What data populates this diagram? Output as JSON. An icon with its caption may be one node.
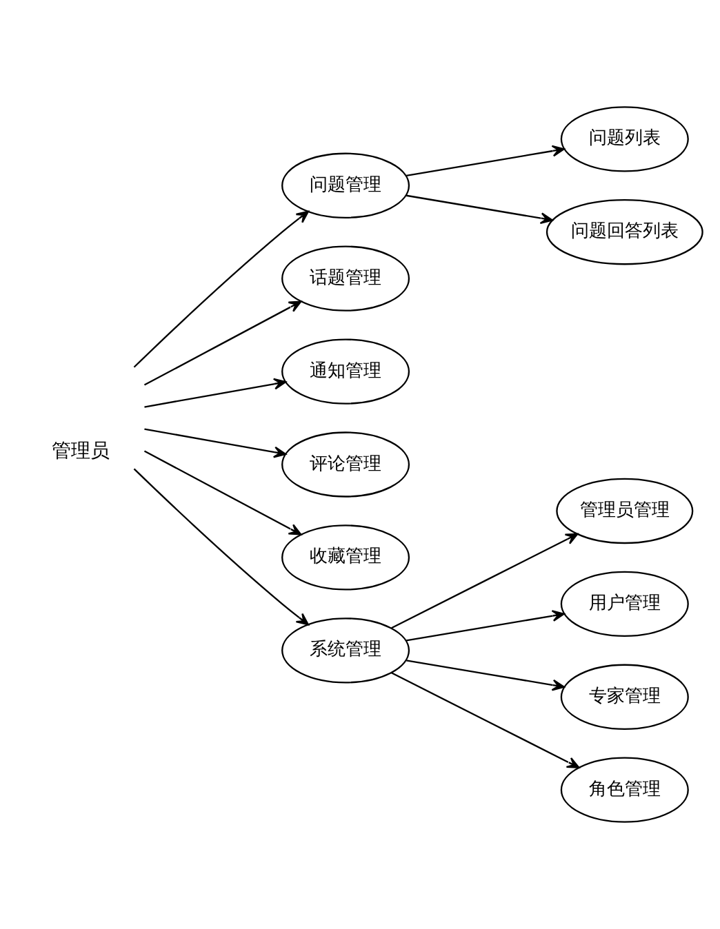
{
  "diagram": {
    "nodes": [
      {
        "text": [
          "管理员"
        ]
      },
      {
        "text": [
          "问题管理"
        ]
      },
      {
        "text": [
          "问题列表"
        ]
      },
      {
        "text": [
          "问题回答列表"
        ]
      },
      {
        "text": [
          "话题管理"
        ]
      },
      {
        "text": [
          "通知管理"
        ]
      },
      {
        "text": [
          "评论管理"
        ]
      },
      {
        "text": [
          "收藏管理"
        ]
      },
      {
        "text": [
          "系统管理"
        ]
      },
      {
        "text": [
          "管理员管理"
        ]
      },
      {
        "text": [
          "用户管理"
        ]
      },
      {
        "text": [
          "专家管理"
        ]
      },
      {
        "text": [
          "角色管理"
        ]
      }
    ],
    "edges": [
      {
        "from": 0,
        "to": 1,
        "arrow": "to"
      },
      {
        "from": 0,
        "to": 4,
        "arrow": "to"
      },
      {
        "from": 0,
        "to": 5,
        "arrow": "to"
      },
      {
        "from": 0,
        "to": 6,
        "arrow": "to"
      },
      {
        "from": 0,
        "to": 7,
        "arrow": "to"
      },
      {
        "from": 0,
        "to": 8,
        "arrow": "to"
      },
      {
        "from": 1,
        "to": 2,
        "arrow": "to"
      },
      {
        "from": 1,
        "to": 3,
        "arrow": "to"
      },
      {
        "from": 8,
        "to": 9,
        "arrow": "to"
      },
      {
        "from": 8,
        "to": 10,
        "arrow": "to"
      },
      {
        "from": 8,
        "to": 11,
        "arrow": "to"
      },
      {
        "from": 8,
        "to": 12,
        "arrow": "to"
      }
    ]
  }
}
